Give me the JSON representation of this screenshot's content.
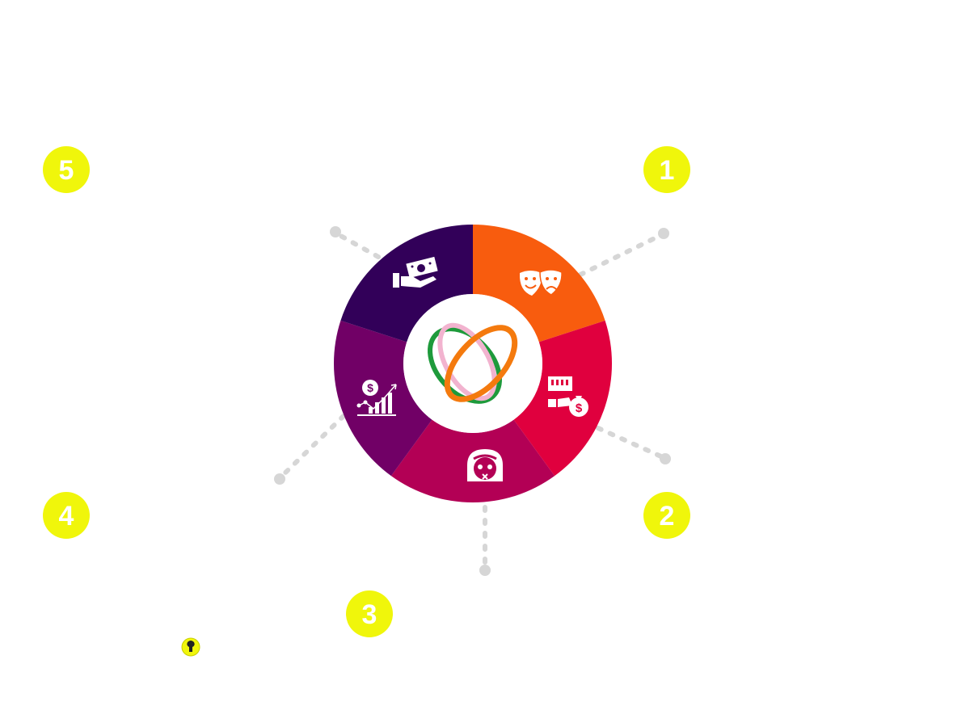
{
  "diagram": {
    "steps": [
      {
        "number": "1",
        "icon": "theater-masks-icon",
        "color": "#F85C0E"
      },
      {
        "number": "2",
        "icon": "bribe-calendar-money-bag-icon",
        "color": "#E0003E"
      },
      {
        "number": "3",
        "icon": "confused-face-icon",
        "color": "#B30055"
      },
      {
        "number": "4",
        "icon": "rising-dollar-chart-icon",
        "color": "#710066"
      },
      {
        "number": "5",
        "icon": "hand-giving-money-icon",
        "color": "#320059"
      }
    ],
    "center_logo": {
      "icon": "intertwined-rings-logo-icon"
    },
    "badge_color": "#F0F60B",
    "connector_color": "#D6D6D6",
    "footer_icon": "pin-marker-icon"
  }
}
